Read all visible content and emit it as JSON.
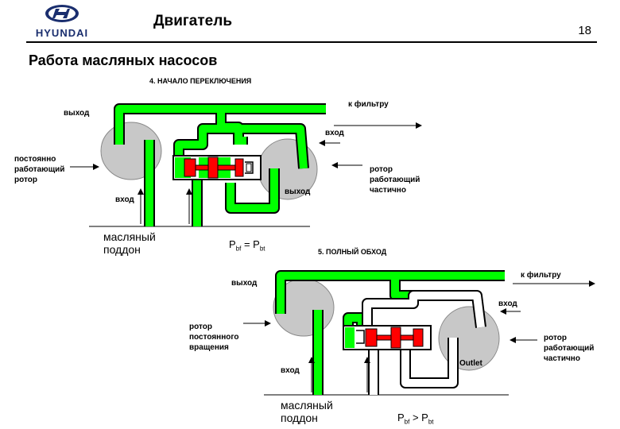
{
  "header": {
    "brand": "HYUNDAI",
    "title": "Двигатель",
    "page_number": "18"
  },
  "subtitle": "Работа масляных насосов",
  "diagram4": {
    "heading": "4. НАЧАЛО ПЕРЕКЛЮЧЕНИЯ",
    "outlet_left": "выход",
    "to_filter": "к фильтру",
    "inlet_right": "вход",
    "constant_rotor": "постоянно\nработающий\nротор",
    "partial_rotor": "ротор\nработающий\nчастично",
    "inlet_left": "вход",
    "outlet_right": "выход",
    "oil_pan": "масляный\nподдон",
    "p_bf": "P",
    "p_bf_sub": "bf",
    "p_op": " = P",
    "p_bt_sub": "bt"
  },
  "diagram5": {
    "heading": "5. ПОЛНЫЙ ОБХОД",
    "outlet_left": "выход",
    "to_filter": "к фильтру",
    "inlet_right": "вход",
    "constant_rotor": "ротор\nпостоянного\nвращения",
    "partial_rotor": "ротор\nработающий\nчастично",
    "inlet_left": "вход",
    "outlet_right": "Outlet",
    "oil_pan": "масляный\nподдон",
    "p_bf": "P",
    "p_bf_sub": "bf",
    "p_op": " > P",
    "p_bt_sub": "bt"
  },
  "colors": {
    "oil": "#00ff00",
    "rotor": "#c8c8c8",
    "valve": "#ff0000"
  }
}
